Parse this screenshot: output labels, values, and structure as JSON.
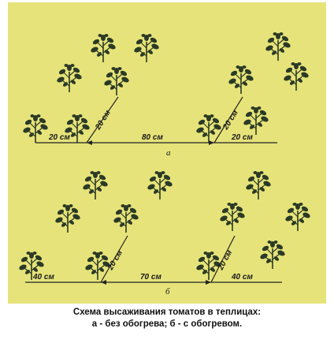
{
  "colors": {
    "background": "#e6e37a",
    "plant": "#2b3a26",
    "line": "#222222"
  },
  "diagram_a": {
    "label": "а",
    "dims": {
      "left_row": "20 см",
      "left_diag": "20 см",
      "middle": "80 см",
      "right_diag": "20 см",
      "right_row": "20 см"
    }
  },
  "diagram_b": {
    "label": "б",
    "dims": {
      "left_row": "40 см",
      "left_diag": "20 см",
      "middle": "70 см",
      "right_diag": "20 см",
      "right_row": "40 см"
    }
  },
  "caption": {
    "line1": "Схема высаживания томатов в теплицах:",
    "line2": "а - без обогрева; б - с обогревом."
  }
}
